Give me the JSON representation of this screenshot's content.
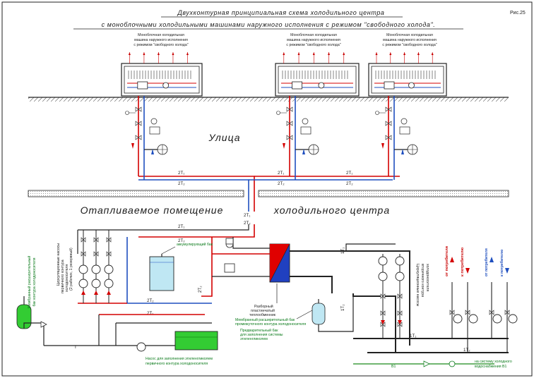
{
  "header": {
    "title_line1": "Двухконтурная принципиальная схема холодильного центра",
    "title_line2": "с моноблочными холодильными машинами наружного исполнения с режимом \"свободного холода\".",
    "figure_label": "Рис.25"
  },
  "units": [
    {
      "line1": "Моноблочная холодильная",
      "line2": "машина наружного исполнения",
      "line3": "с режимом \"свободного холода\""
    },
    {
      "line1": "Моноблочная холодильная",
      "line2": "машина наружного исполнения",
      "line3": "с режимом \"свободного холода\""
    },
    {
      "line1": "Моноблочная холодильная",
      "line2": "машина наружного исполнения",
      "line3": "с режимом \"свободного холода\""
    }
  ],
  "zones": {
    "outdoor": "Улица",
    "indoor_left": "Отапливаемое помещение",
    "indoor_right": "холодильного центра"
  },
  "pipe_labels": {
    "t1": "2Т₁",
    "t2": "2Т₂",
    "t1_plain": "1Т₁",
    "t2_plain": "1Т₂",
    "b1": "В1",
    "t_other": "Т"
  },
  "annotations": {
    "accumulating_tank": "аккумулирующий бак",
    "separation_tank_line1": "Разборный",
    "separation_tank_line2": "пластинчатый",
    "separation_tank_line3": "теплообменник",
    "expansion_tank_line1": "Мембранный расширительный бак",
    "expansion_tank_line2": "промежуточного контура холодоносителя",
    "prelim_tank_line1": "Предварительный бак",
    "prelim_tank_line2": "для заполнения системы",
    "prelim_tank_line3": "этиленгликолем",
    "fill_pump_line1": "Насос для заполнения этиленгликолем",
    "fill_pump_line2": "первичного контура холодоносителя",
    "circ_pumps_left_line1": "Циркуляционные насосы",
    "circ_pumps_left_line2": "первичного контура",
    "circ_pumps_left_line3": "холодоносителя",
    "circ_pumps_left_line4": "(2 рабочих, 1 резервный)",
    "circ_pumps_right_line1": "Циркуляционные насосы",
    "circ_pumps_right_line2": "вторичного контура",
    "circ_pumps_right_line3": "холодоносителя",
    "membrane_left_line1": "Мембранный расширительный",
    "membrane_left_line2": "бак контура холодоносителя",
    "to_cold_supply_1": "на систему холодного",
    "to_cold_supply_2": "водоснабжения В1",
    "right_col_1": "от потребителя",
    "right_col_2": "к потребителю",
    "right_col_3": "от потребителя",
    "right_col_4": "к потребителю"
  },
  "colors": {
    "supply": "#d40000",
    "return": "#1f4fbf",
    "glycol": "#1a8a1a",
    "tank_fill_blue": "#bfe7f3",
    "tank_fill_green": "#33cc33",
    "heat_exchanger_red": "#e00000",
    "heat_exchanger_blue": "#2040c0"
  }
}
